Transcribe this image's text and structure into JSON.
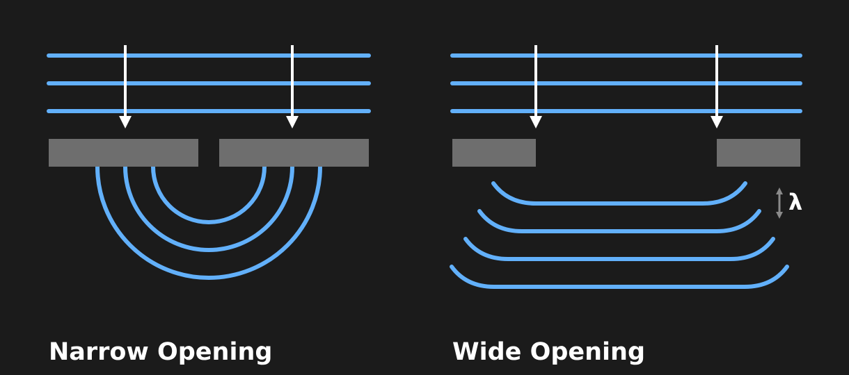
{
  "panels": {
    "narrow": {
      "caption": "Narrow Opening"
    },
    "wide": {
      "caption": "Wide Opening"
    }
  },
  "wavelength_symbol": "λ",
  "colors": {
    "background": "#1b1b1b",
    "wave": "#62b0fa",
    "barrier": "#6e6e6e",
    "arrow": "#ffffff",
    "text": "#ffffff",
    "wavelength_marker": "#8a8a8a"
  }
}
